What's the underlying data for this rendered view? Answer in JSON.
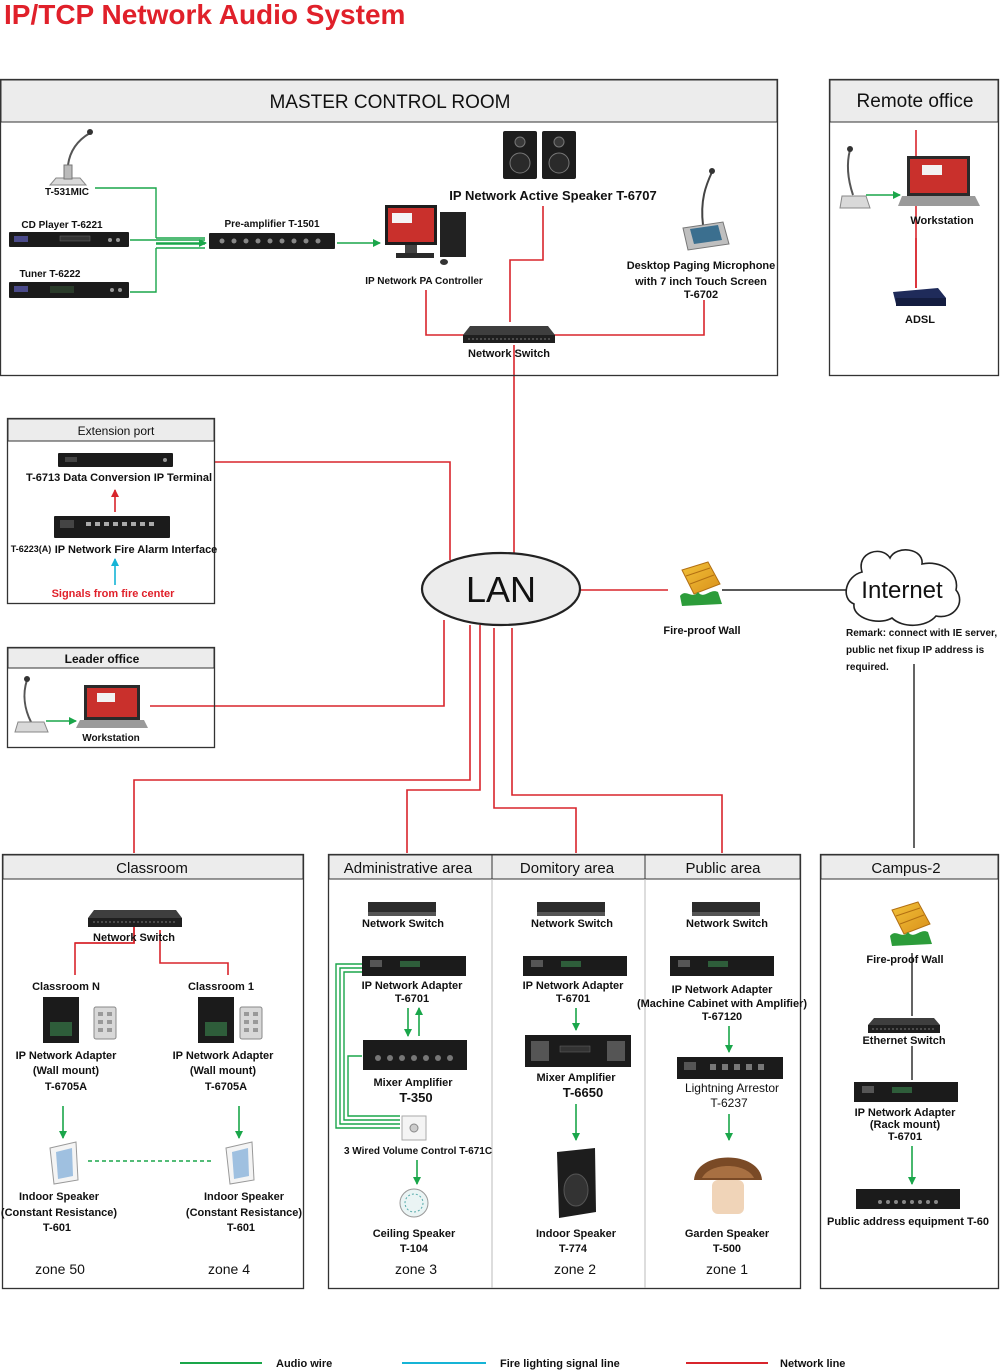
{
  "title": "IP/TCP Network Audio System",
  "colors": {
    "title": "#e0202a",
    "audio": "#1aa64a",
    "fire": "#16b4d6",
    "network": "#d8252c",
    "header_bg": "#ececec"
  },
  "master": {
    "title": "MASTER CONTROL ROOM",
    "mic": "T-531MIC",
    "cd": "CD Player T-6221",
    "tuner": "Tuner T-6222",
    "preamp": "Pre-amplifier T-1501",
    "pa": "IP Network PA Controller",
    "active_speaker": "IP Network Active Speaker T-6707",
    "paging": [
      "Desktop Paging Microphone",
      "with 7 inch Touch Screen",
      "T-6702"
    ],
    "switch": "Network Switch"
  },
  "remote": {
    "title": "Remote office",
    "workstation": "Workstation",
    "adsl": "ADSL"
  },
  "extension": {
    "title": "Extension port",
    "terminal": "T-6713   Data Conversion IP Terminal",
    "fire_code": "T-6223(A)",
    "fire_label": "IP Network Fire Alarm Interface",
    "signals": "Signals from fire center"
  },
  "leader": {
    "title": "Leader office",
    "workstation": "Workstation"
  },
  "lan": "LAN",
  "firewall": "Fire-proof Wall",
  "internet": "Internet",
  "remark": [
    "Remark: connect with IE server,",
    "public net fixup IP address is",
    "required."
  ],
  "classroom": {
    "title": "Classroom",
    "switch": "Network Switch",
    "room_n": "Classroom N",
    "room_1": "Classroom 1",
    "adapter": [
      "IP Network Adapter",
      "(Wall mount)",
      "T-6705A"
    ],
    "speaker": [
      "Indoor Speaker",
      "(Constant Resistance)",
      "T-601"
    ],
    "zone_n": "zone 50",
    "zone_1": "zone 4"
  },
  "admin": {
    "title": "Administrative area",
    "switch": "Network Switch",
    "adapter": [
      "IP Network Adapter",
      "T-6701"
    ],
    "mixer": [
      "Mixer Amplifier",
      "T-350"
    ],
    "volume": "3 Wired Volume Control T-671C",
    "speaker": [
      "Ceiling Speaker",
      "T-104"
    ],
    "zone": "zone 3"
  },
  "dormitory": {
    "title": "Domitory area",
    "switch": "Network Switch",
    "adapter": [
      "IP Network Adapter",
      "T-6701"
    ],
    "mixer": [
      "Mixer Amplifier",
      "T-6650"
    ],
    "speaker": [
      "Indoor Speaker",
      "T-774"
    ],
    "zone": "zone 2"
  },
  "public": {
    "title": "Public area",
    "switch": "Network Switch",
    "adapter": [
      "IP Network Adapter",
      "(Machine Cabinet with Amplifier)",
      "T-67120"
    ],
    "arrestor": [
      "Lightning Arrestor",
      "T-6237"
    ],
    "speaker": [
      "Garden Speaker",
      "T-500"
    ],
    "zone": "zone 1"
  },
  "campus": {
    "title": "Campus-2",
    "firewall": "Fire-proof Wall",
    "switch": "Ethernet Switch",
    "adapter": [
      "IP Network Adapter",
      "(Rack mount)",
      "T-6701"
    ],
    "equipment": "Public address equipment T-60"
  },
  "legend": {
    "audio": "Audio wire",
    "fire": "Fire lighting  signal line",
    "network": "Network line"
  }
}
